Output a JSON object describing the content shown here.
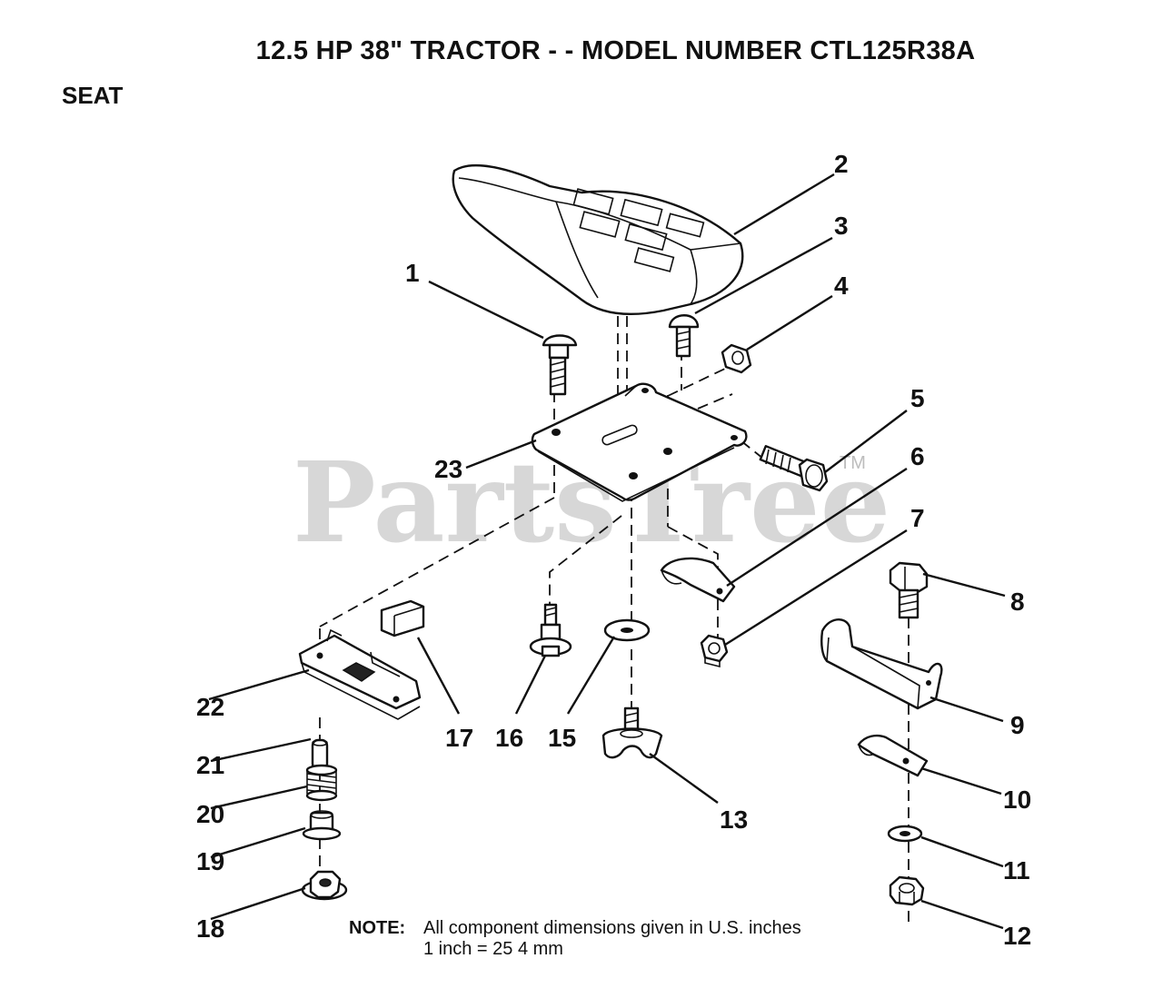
{
  "title": "12.5 HP 38\" TRACTOR - - MODEL NUMBER CTL125R38A",
  "section": "SEAT",
  "watermark": {
    "text": "PartsTree",
    "tm": "TM"
  },
  "note": {
    "label": "NOTE:",
    "line1": "All component dimensions given in U.S. inches",
    "line2": "1 inch = 25 4 mm"
  },
  "callouts": [
    "1",
    "2",
    "3",
    "4",
    "5",
    "6",
    "7",
    "8",
    "9",
    "10",
    "11",
    "12",
    "13",
    "15",
    "16",
    "17",
    "18",
    "19",
    "20",
    "21",
    "22",
    "23"
  ]
}
